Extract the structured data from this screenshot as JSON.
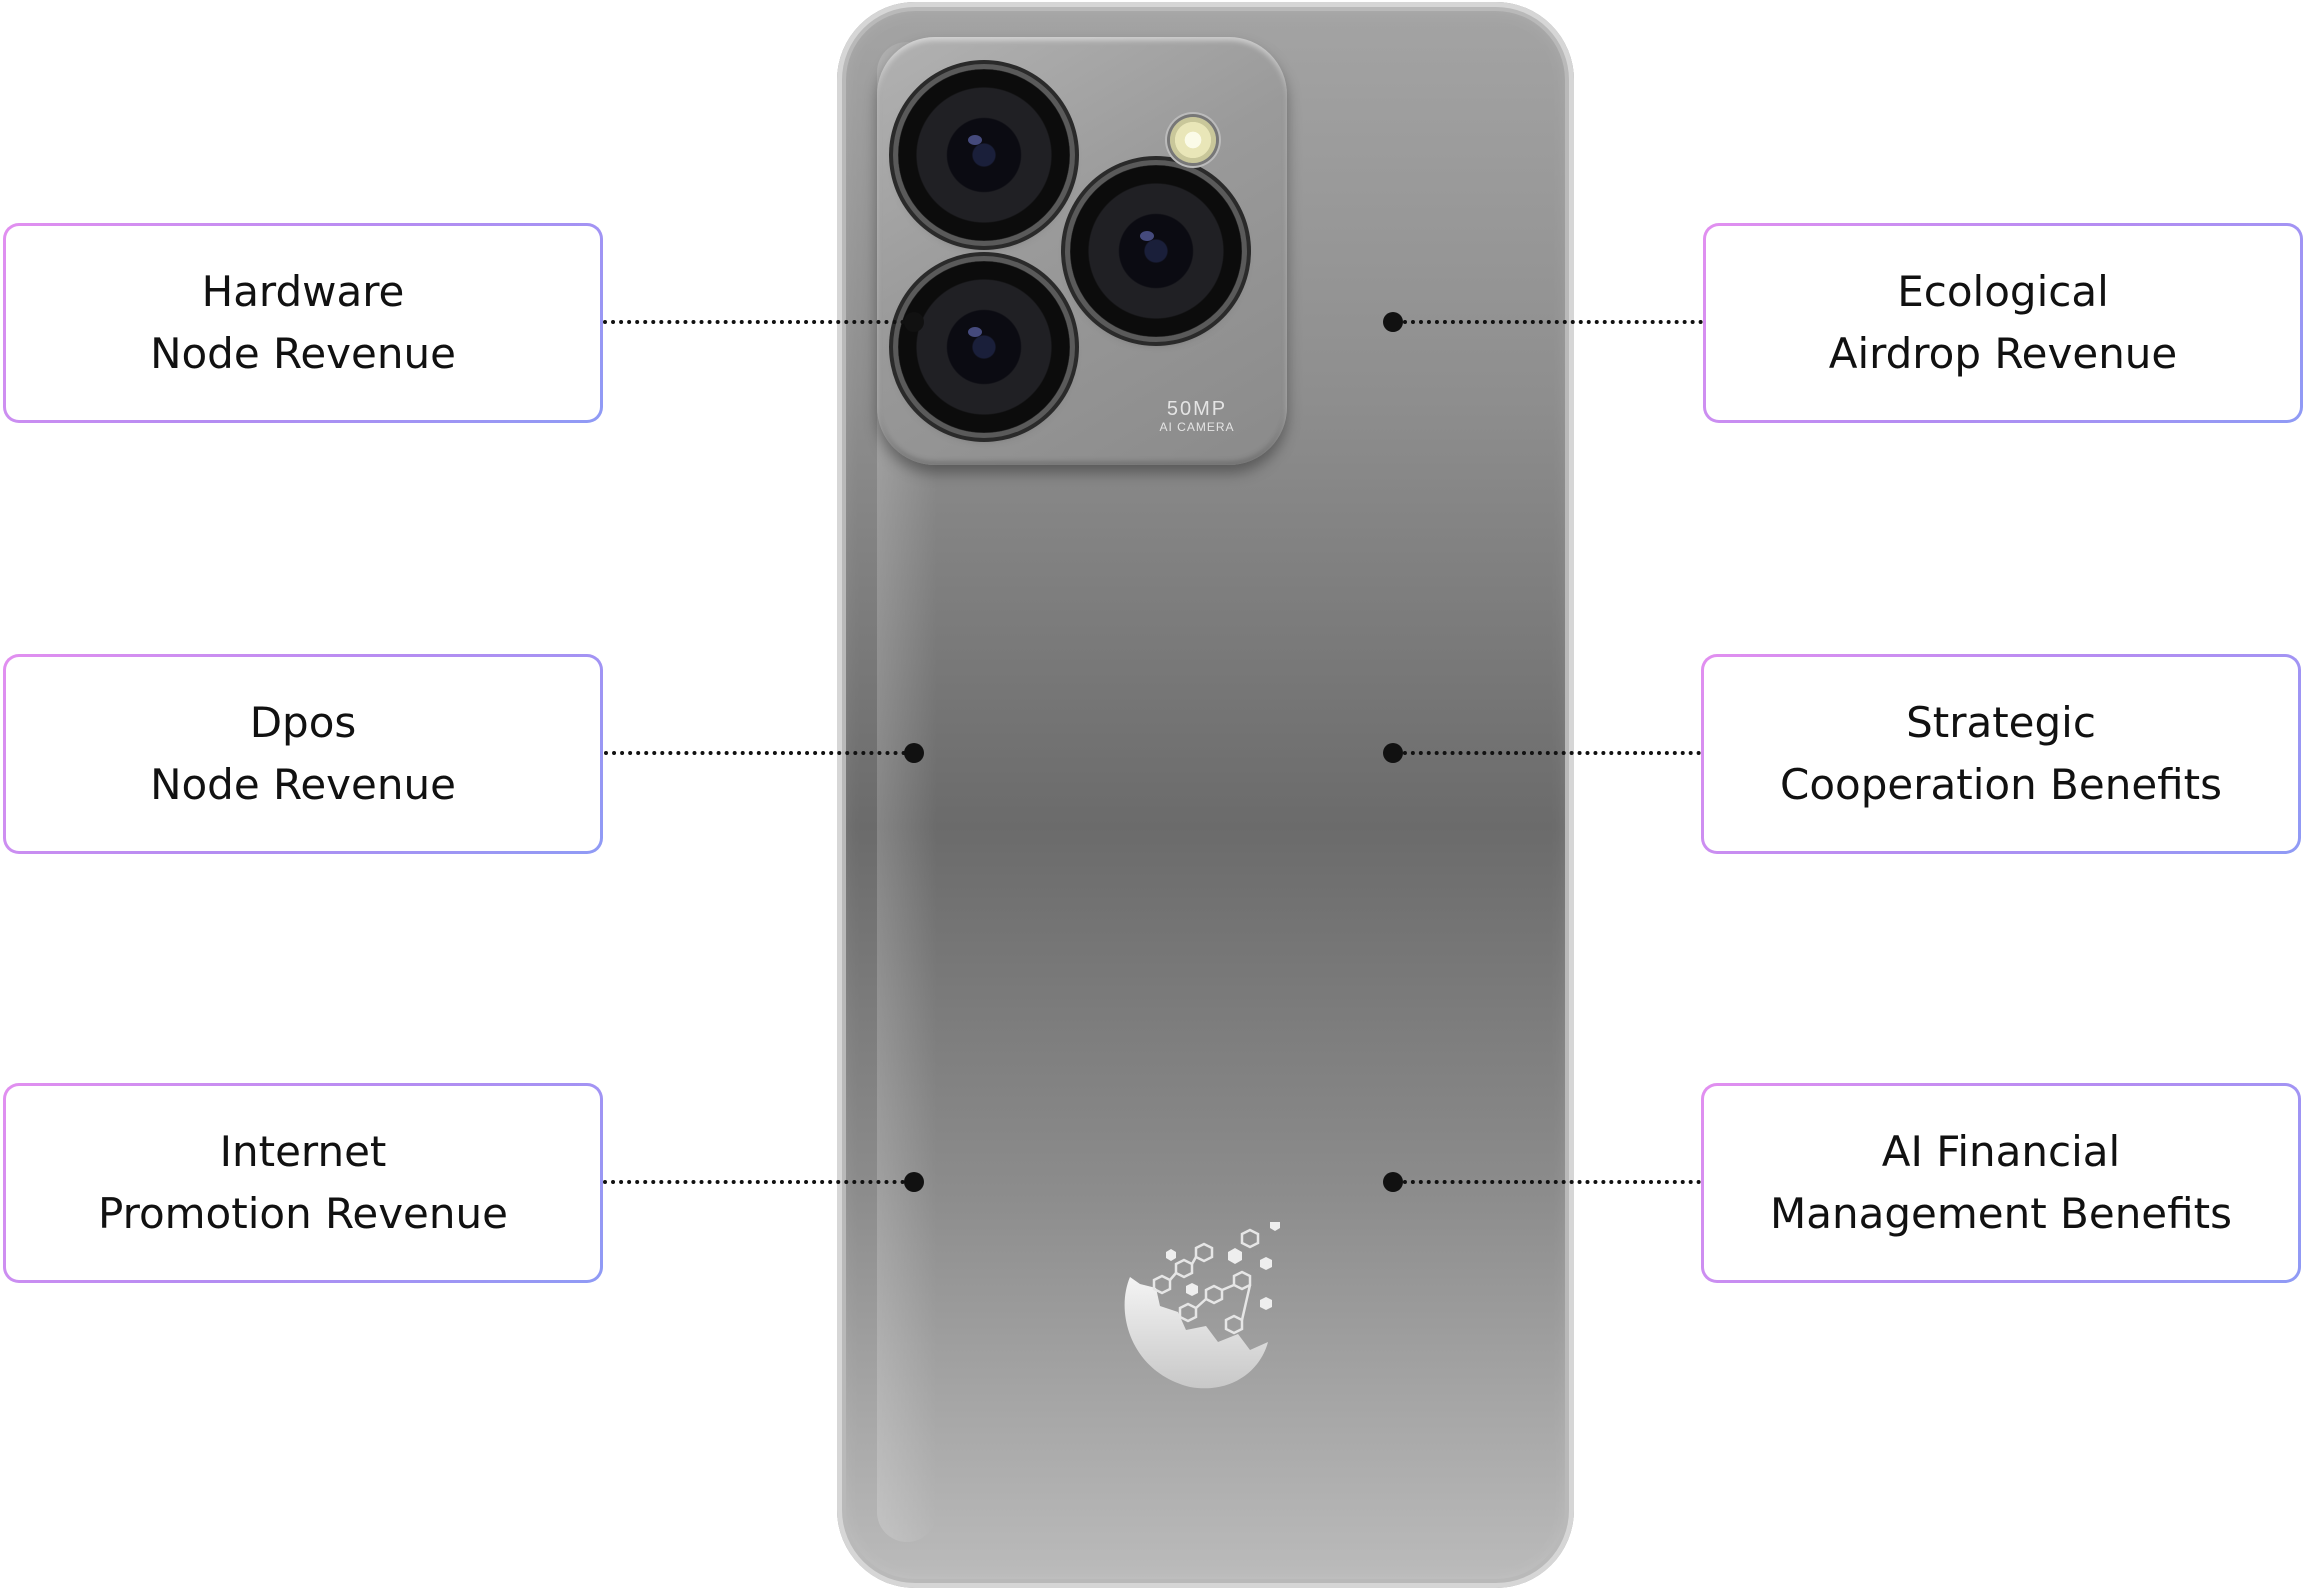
{
  "phone": {
    "camera_label_main": "50MP",
    "camera_label_sub": "AI CAMERA",
    "logo_icon": "hexagon-moon-logo"
  },
  "callouts": {
    "left": [
      {
        "line1": "Hardware",
        "line2": "Node Revenue"
      },
      {
        "line1": "Dpos",
        "line2": "Node Revenue"
      },
      {
        "line1": "Internet",
        "line2": "Promotion Revenue"
      }
    ],
    "right": [
      {
        "line1": "Ecological",
        "line2": "Airdrop Revenue"
      },
      {
        "line1": "Strategic",
        "line2": "Cooperation Benefits"
      },
      {
        "line1": "AI Financial",
        "line2": "Management Benefits"
      }
    ]
  },
  "colors": {
    "border_gradient_start": "#e28ff0",
    "border_gradient_end": "#8f9bf5",
    "connector": "#111111"
  }
}
